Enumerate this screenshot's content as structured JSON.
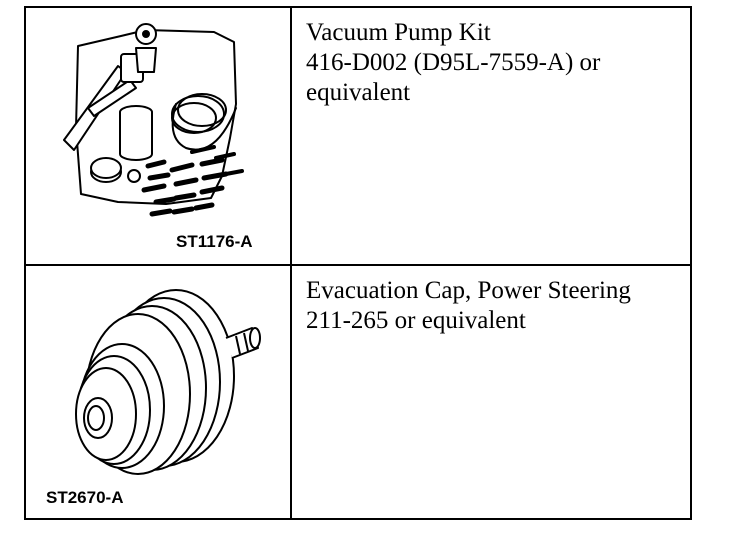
{
  "rows": [
    {
      "code": "ST1176-A",
      "lines": [
        "Vacuum Pump Kit",
        "416-D002 (D95L-7559-A) or",
        "equivalent"
      ]
    },
    {
      "code": "ST2670-A",
      "lines": [
        "Evacuation Cap, Power Steering",
        "211-265 or equivalent"
      ]
    }
  ]
}
